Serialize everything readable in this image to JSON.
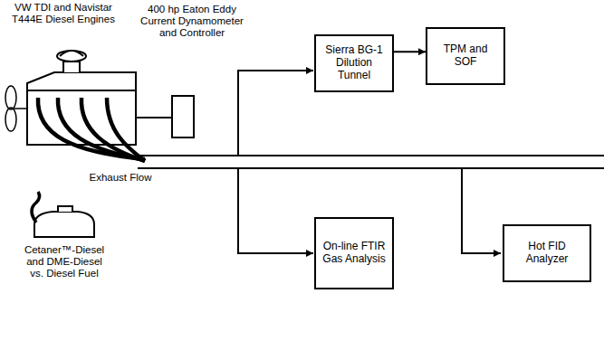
{
  "diagram": {
    "nodes": [
      {
        "text": [
          "Sierra BG-1 Dilution Tunnel"
        ]
      },
      {
        "text": [
          "TPM and SOF"
        ]
      },
      {
        "text": [
          "On-line FTIR Gas Analysis"
        ]
      },
      {
        "text": [
          "Hot FID Analyzer"
        ]
      }
    ],
    "edges": [
      {
        "from": 0,
        "to": 1,
        "arrow": "to"
      }
    ],
    "labels": [
      "VW TDI and Navistar T444E Diesel Engines",
      "400 hp Eaton Eddy Current Dynamometer and Controller",
      "Exhaust Flow",
      "Cetaner™-Diesel and DME-Diesel vs. Diesel Fuel"
    ]
  }
}
